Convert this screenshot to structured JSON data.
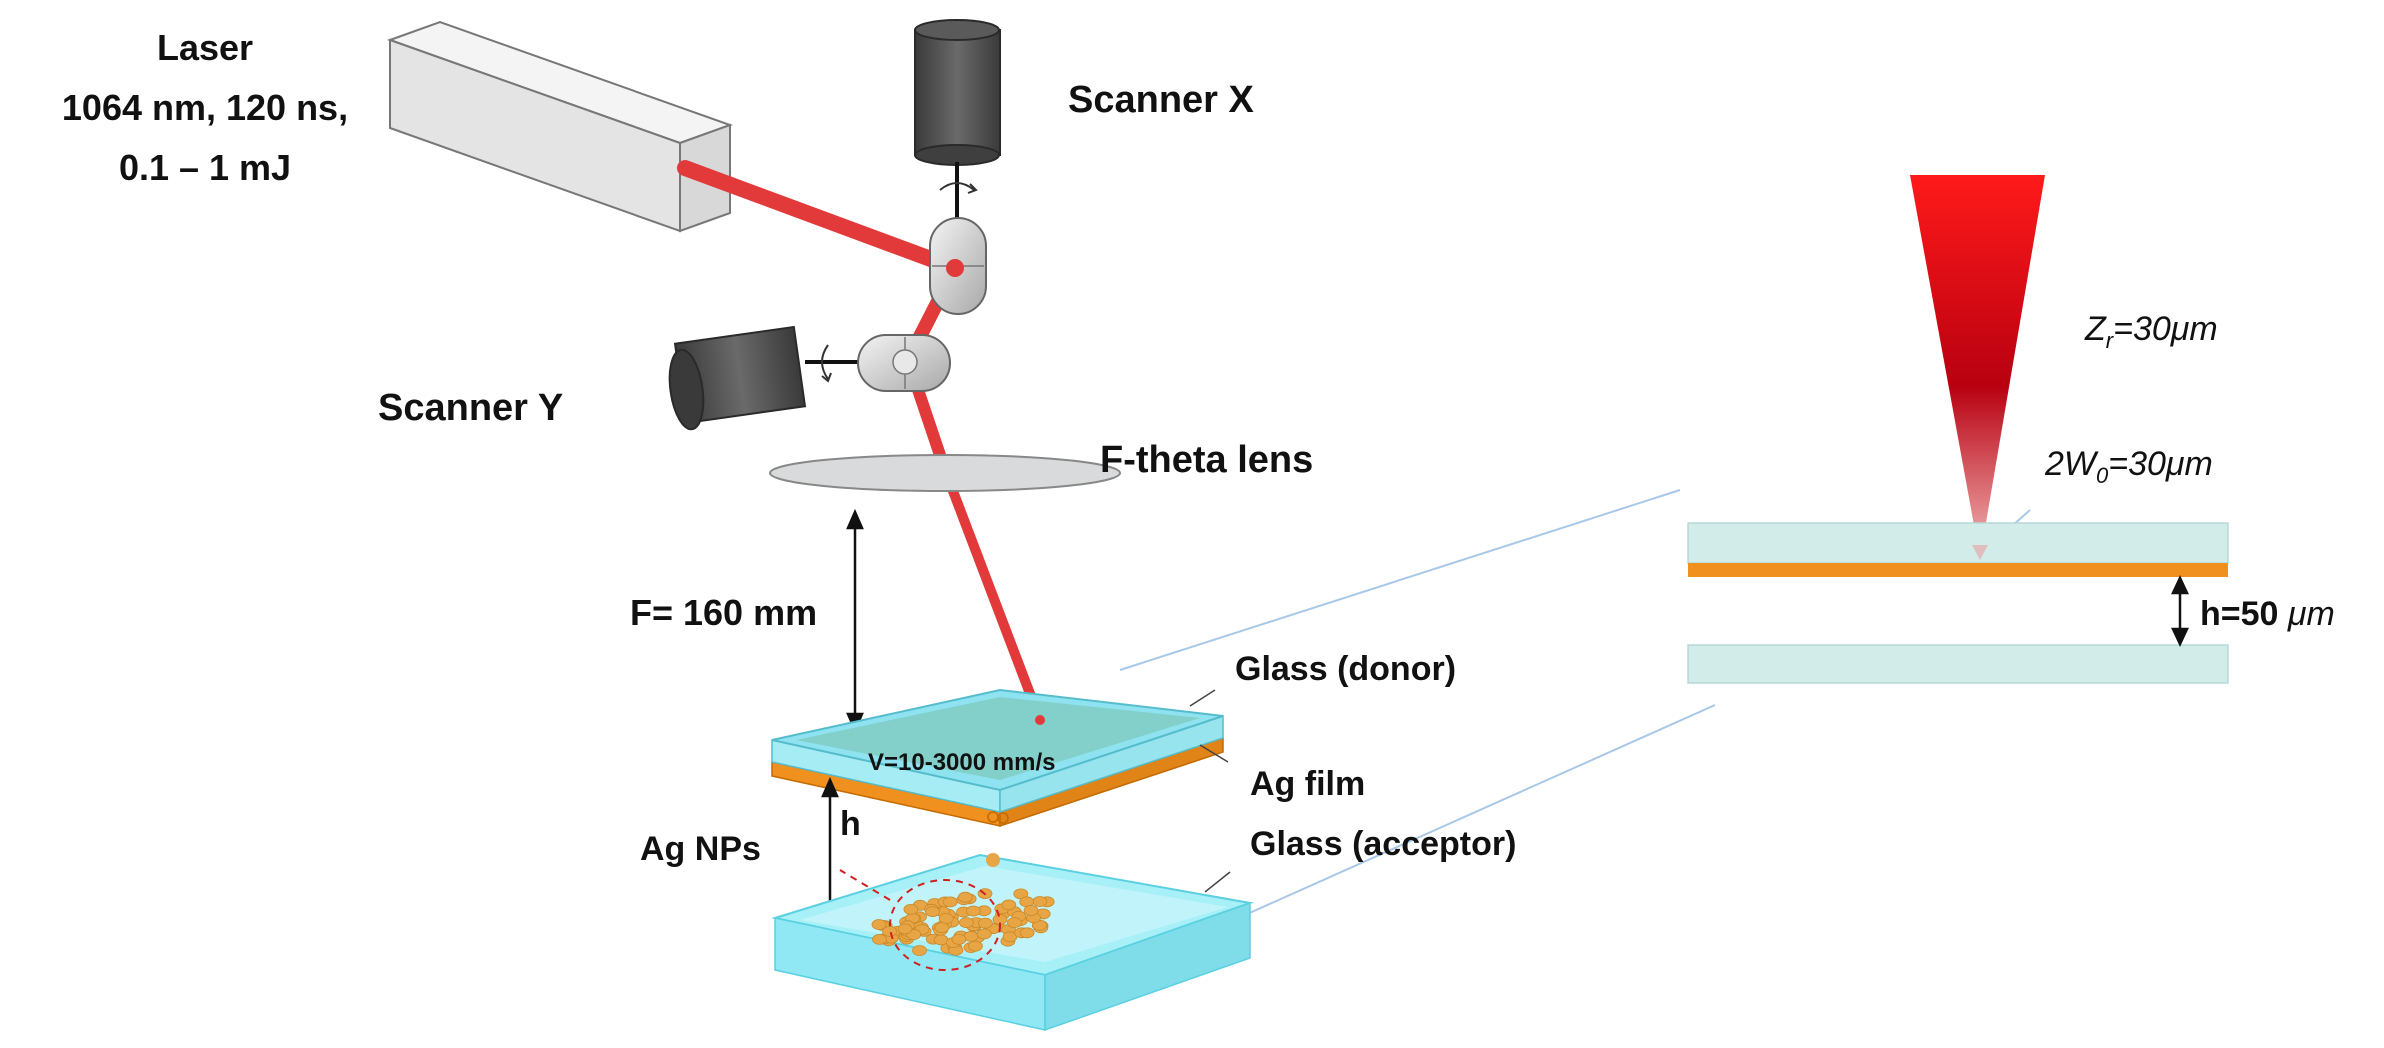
{
  "labels": {
    "laser_line1": "Laser",
    "laser_line2": "1064 nm, 120 ns,",
    "laser_line3": "0.1 – 1 mJ",
    "scanner_x": "Scanner X",
    "scanner_y": "Scanner Y",
    "f_theta_lens": "F-theta lens",
    "focal_length": "F= 160 mm",
    "glass_donor": "Glass (donor)",
    "velocity": "V=10-3000 mm/s",
    "ag_film": "Ag film",
    "ag_nps": "Ag NPs",
    "gap_symbol": "h",
    "glass_acceptor": "Glass (acceptor)",
    "rayleigh": {
      "base": "Z",
      "sub": "r",
      "rest": "=30μm"
    },
    "waist": {
      "base": "2W",
      "sub": "0",
      "rest": "=30μm"
    },
    "gap_value": {
      "prefix": "h=50 ",
      "unit": "μm"
    }
  },
  "colors": {
    "beam": "#e23a3a",
    "film": "#f0901e",
    "glass_donor": "#8fe3f0",
    "glass_acceptor": "#9ff0f8",
    "glass_inset": "#d2ecea",
    "motor": "#4a4a4a",
    "particles": "#e8a545",
    "zoom_lines": "#a9c8e8"
  }
}
